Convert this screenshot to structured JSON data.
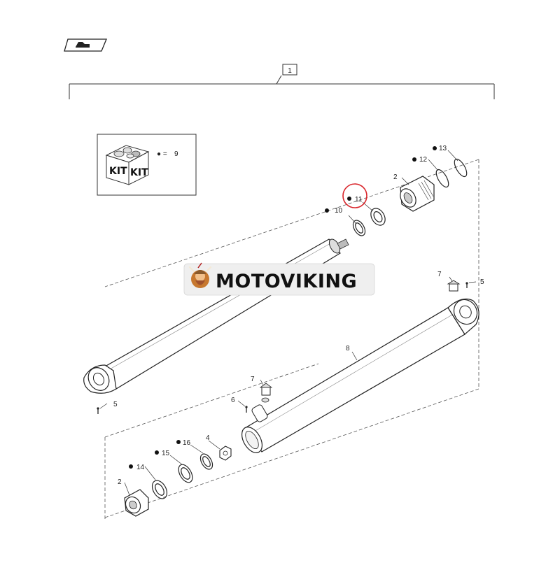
{
  "diagram": {
    "assembly_callout": "1",
    "kit": {
      "box_label_left": "KIT",
      "box_label_right": "KIT",
      "legend_symbol": "● =",
      "legend_value": "9"
    },
    "callouts": {
      "c2_top": "2",
      "c2_bottom": "2",
      "c4": "4",
      "c5_left": "5",
      "c5_right": "5",
      "c6": "6",
      "c7_top": "7",
      "c7_mid": "7",
      "c8": "8",
      "c10": "10",
      "c11": "11",
      "c12": "12",
      "c13": "13",
      "c14": "14",
      "c15": "15",
      "c16": "16"
    },
    "highlight_color": "#d9262c"
  },
  "watermark": {
    "brand": "MOTOVIKING"
  }
}
